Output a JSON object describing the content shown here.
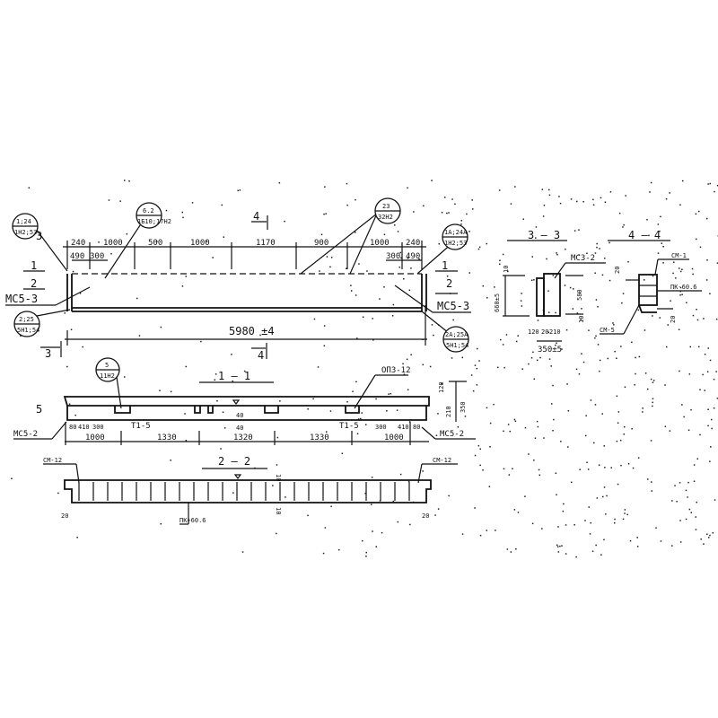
{
  "plan": {
    "dims_top": [
      "240",
      "1000",
      "500",
      "1000",
      "1170",
      "900",
      "1000",
      "240"
    ],
    "dims_sub_left": [
      "490",
      "300"
    ],
    "dims_sub_right": [
      "300",
      "490"
    ],
    "overall_length": "5980 ±4",
    "section_marks": [
      "1",
      "2",
      "3",
      "4"
    ],
    "callouts": [
      {
        "top": "1;24",
        "bottom": "1Н2;53"
      },
      {
        "top": "6.2",
        "bottom": "1Б10;17Н2"
      },
      {
        "top": "23",
        "bottom": "32Н2"
      },
      {
        "top": "1А;24А",
        "bottom": "1Н2;53"
      },
      {
        "top": "2;25",
        "bottom": "5Н1;54"
      },
      {
        "top": "2А;25А",
        "bottom": "5Н1;54"
      }
    ],
    "labels": {
      "mc5_3_left": "МС5-3",
      "mc5_3_right": "МС5-3"
    }
  },
  "section_1_1": {
    "title": "1 — 1",
    "callout": {
      "top": "5",
      "bottom": "11Н2"
    },
    "label_opz": "ОПЗ-12",
    "label_t1_left": "Т1-5",
    "label_t1_right": "Т1-5",
    "label_mc5_2_left": "МС5-2",
    "label_mc5_2_right": "МС5-2",
    "dims_bottom": [
      "1000",
      "1330",
      "1320",
      "1330",
      "1000"
    ],
    "dims_sub_left": [
      "80",
      "410",
      "300"
    ],
    "dims_sub_right": [
      "300",
      "410",
      "80"
    ],
    "dims_height": [
      "120",
      "210",
      "350"
    ],
    "center_marks": [
      "40",
      "40"
    ]
  },
  "section_2_2": {
    "title": "2 — 2",
    "label_cm_left": "СМ-12",
    "label_cm_right": "СМ-12",
    "label_pk": "ПК+60.6",
    "dim_left": "20",
    "dim_right": "20",
    "center_top": "10",
    "center_bottom": "10"
  },
  "section_3_3": {
    "title": "3 — 3",
    "label": "МСЗ-2",
    "height": "660±5",
    "inner_height": "580",
    "dim_top": "10",
    "dim_bottom": "10",
    "dims_bottom": [
      "120",
      "20",
      "210"
    ],
    "width": "350±5"
  },
  "section_4_4": {
    "title": "4 — 4",
    "label_cm1": "СМ-1",
    "label_pk": "ПК-60.6",
    "label_cm5": "СМ-5",
    "dim_top": "20",
    "dim_bottom": "20"
  }
}
